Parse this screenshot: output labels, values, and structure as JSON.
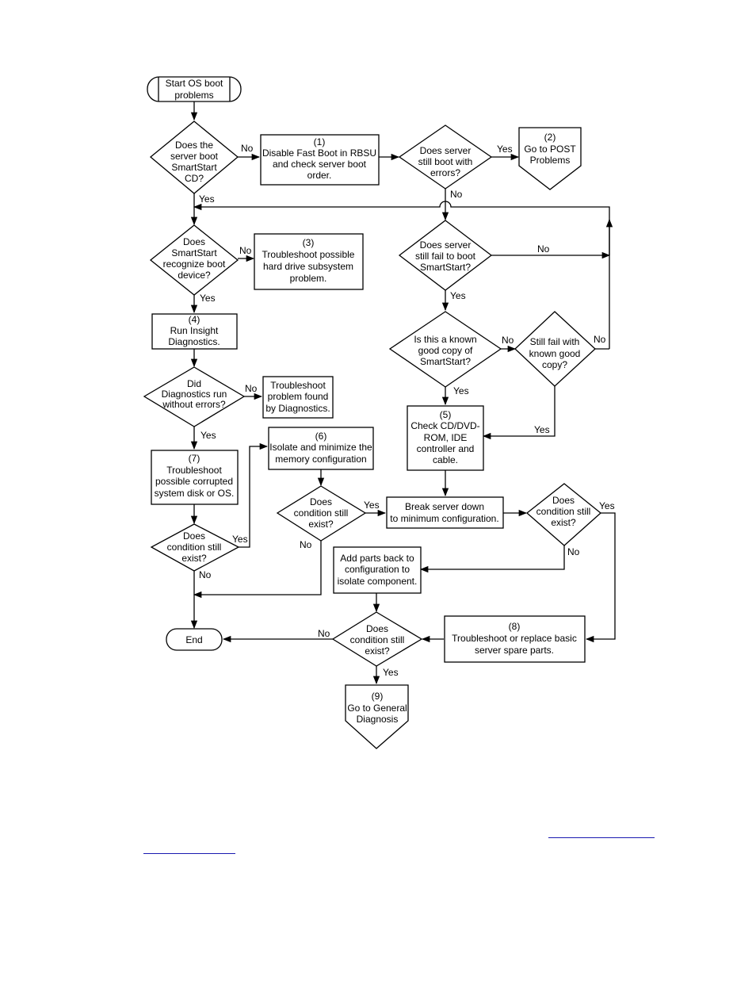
{
  "flowchart": {
    "start": {
      "lines": [
        "Start OS boot",
        "problems"
      ]
    },
    "end": {
      "label": "End"
    },
    "q_boot_cd": {
      "lines": [
        "Does the",
        "server boot",
        "SmartStart",
        "CD?"
      ]
    },
    "step1": {
      "lines": [
        "(1)",
        "Disable Fast Boot in RBSU",
        "and check server boot",
        "order."
      ]
    },
    "q_still_errors": {
      "lines": [
        "Does server",
        "still boot with",
        "errors?"
      ]
    },
    "step2": {
      "lines": [
        "(2)",
        "Go to POST",
        "Problems"
      ]
    },
    "q_recognize": {
      "lines": [
        "Does",
        "SmartStart",
        "recognize boot",
        "device?"
      ]
    },
    "step3": {
      "lines": [
        "(3)",
        "Troubleshoot possible",
        "hard drive subsystem",
        "problem."
      ]
    },
    "q_fail_boot": {
      "lines": [
        "Does server",
        "still fail to boot",
        "SmartStart?"
      ]
    },
    "step4": {
      "lines": [
        "(4)",
        "Run Insight",
        "Diagnostics."
      ]
    },
    "q_known_good": {
      "lines": [
        "Is this a known",
        "good copy of",
        "SmartStart?"
      ]
    },
    "q_still_fail_known": {
      "lines": [
        "Still fail with",
        "known good",
        "copy?"
      ]
    },
    "q_diag_errors": {
      "lines": [
        "Did",
        "Diagnostics run",
        "without errors?"
      ]
    },
    "step_diag_problem": {
      "lines": [
        "Troubleshoot",
        "problem found",
        "by Diagnostics."
      ]
    },
    "step5": {
      "lines": [
        "(5)",
        "Check CD/DVD-",
        "ROM, IDE",
        "controller and",
        "cable."
      ]
    },
    "step7": {
      "lines": [
        "(7)",
        "Troubleshoot",
        "possible corrupted",
        "system disk or OS."
      ]
    },
    "step6": {
      "lines": [
        "(6)",
        "Isolate and minimize the",
        "memory configuration"
      ]
    },
    "q_cond_a": {
      "lines": [
        "Does",
        "condition still",
        "exist?"
      ]
    },
    "q_cond_b": {
      "lines": [
        "Does",
        "condition still",
        "exist?"
      ]
    },
    "step_break_down": {
      "lines": [
        "Break server down",
        "to minimum configuration."
      ]
    },
    "q_cond_c": {
      "lines": [
        "Does",
        "condition still",
        "exist?"
      ]
    },
    "step_add_parts": {
      "lines": [
        "Add parts back to",
        "configuration to",
        "isolate component."
      ]
    },
    "q_cond_d": {
      "lines": [
        "Does",
        "condition still",
        "exist?"
      ]
    },
    "step8": {
      "lines": [
        "(8)",
        "Troubleshoot or replace basic",
        "server spare parts."
      ]
    },
    "step9": {
      "lines": [
        "(9)",
        "Go to General",
        "Diagnosis"
      ]
    },
    "edge_labels": {
      "yes": "Yes",
      "no": "No"
    }
  }
}
